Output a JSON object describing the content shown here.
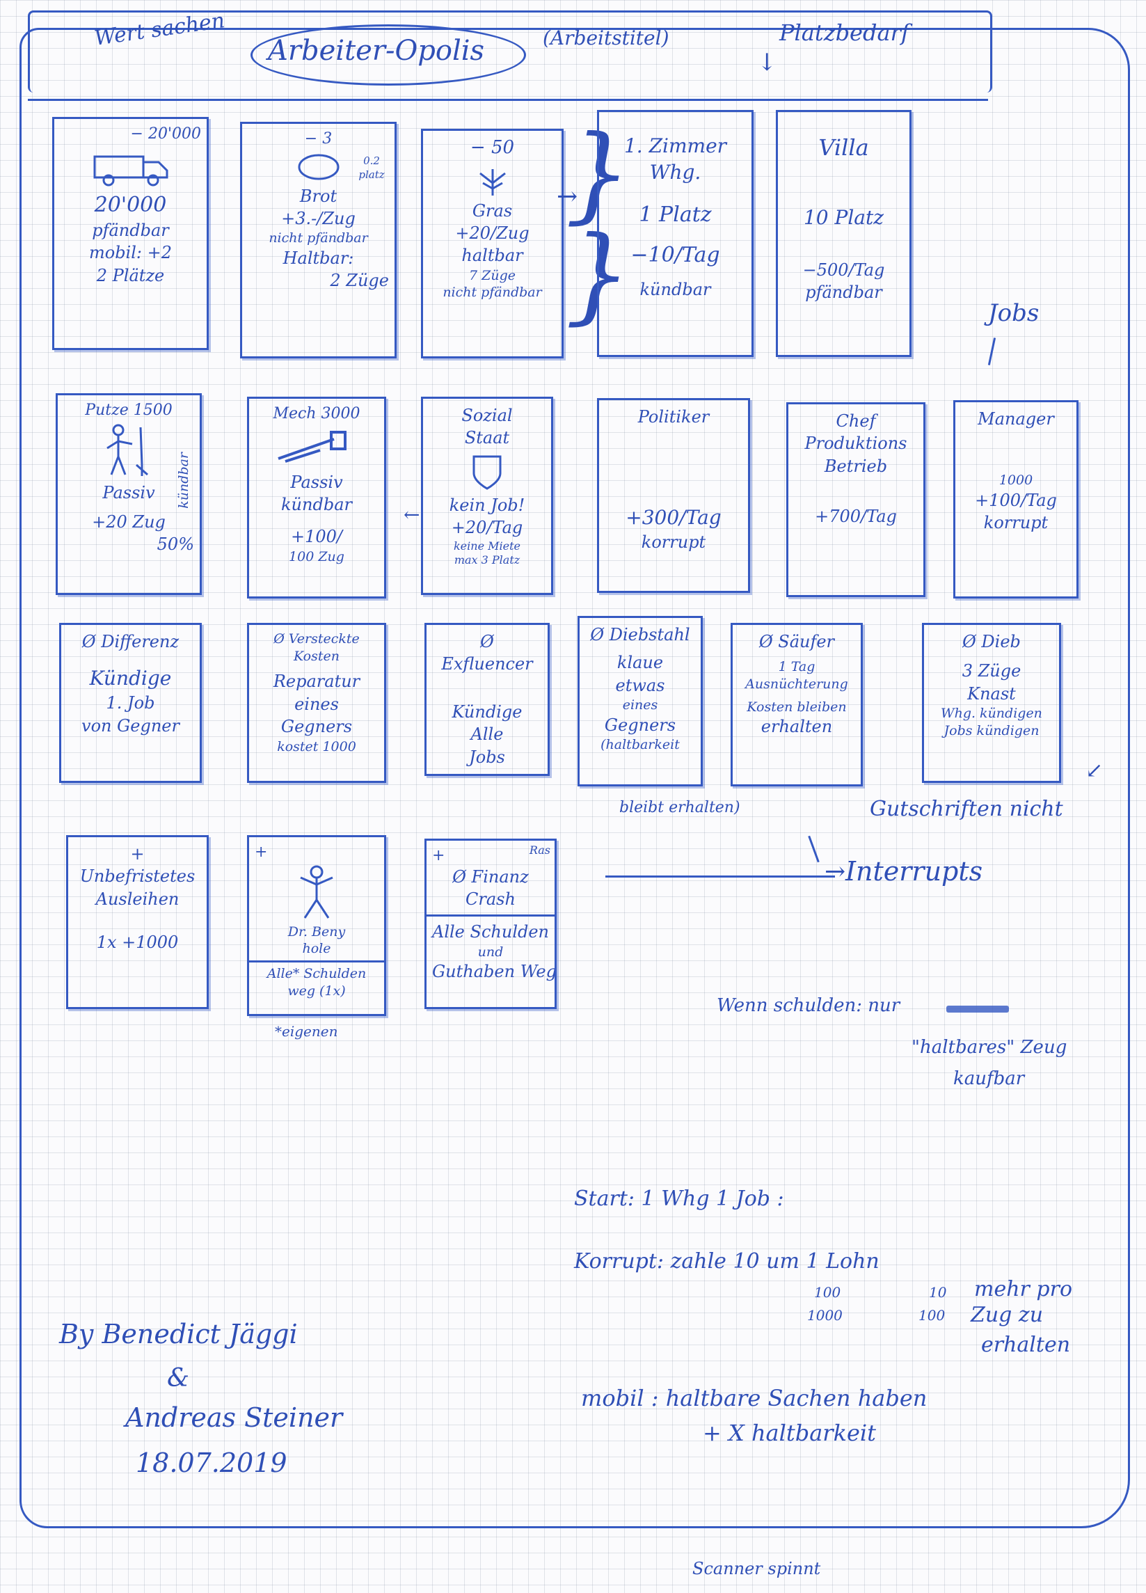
{
  "header": {
    "left_label": "Wert sachen",
    "title": "Arbeiter-Opolis",
    "subtitle": "(Arbeitstitel)",
    "right_label": "Platzbedarf"
  },
  "row1": [
    {
      "top": "− 20'000",
      "lines": [
        "20'000",
        "pfändbar",
        "mobil: +2",
        "2 Plätze"
      ]
    },
    {
      "top": "− 3",
      "corner": "0.2 platz",
      "lines": [
        "Brot",
        "+3.-/Zug",
        "nicht pfändbar",
        "Haltbar:",
        "2 Züge"
      ]
    },
    {
      "top": "− 50",
      "lines": [
        "Gras",
        "+20/Zug",
        "haltbar",
        "7 Züge",
        "nicht pfändbar"
      ]
    },
    {
      "lines": [
        "1. Zimmer",
        "Whg.",
        "1 Platz",
        "−10/Tag",
        "kündbar"
      ]
    },
    {
      "lines": [
        "Villa",
        "10 Platz",
        "−500/Tag",
        "pfändbar"
      ]
    }
  ],
  "jobs_label": "Jobs",
  "row2": [
    {
      "top": "Putze 1500",
      "side": "kündbar",
      "lines": [
        "Passiv",
        "+20 Zug",
        "50%"
      ]
    },
    {
      "top": "Mech 3000",
      "lines": [
        "Passiv",
        "kündbar",
        "+100/",
        "100 Zug"
      ]
    },
    {
      "lines": [
        "Sozial",
        "Staat",
        "kein Job!",
        "+20/Tag",
        "keine Miete",
        "max 3 Platz"
      ]
    },
    {
      "lines": [
        "Politiker",
        "+300/Tag",
        "korrupt"
      ]
    },
    {
      "lines": [
        "Chef",
        "Produktions",
        "Betrieb",
        "+700/Tag"
      ]
    },
    {
      "lines": [
        "Manager",
        "1000",
        "+100/Tag",
        "korrupt"
      ]
    }
  ],
  "row3": [
    {
      "lines": [
        "Ø Differenz",
        "Kündige",
        "1. Job",
        "von Gegner"
      ]
    },
    {
      "lines": [
        "Ø Versteckte",
        "Kosten",
        "Reparatur",
        "eines",
        "Gegners",
        "kostet 1000"
      ]
    },
    {
      "lines": [
        "Ø Exfluencer",
        "Kündige",
        "Alle",
        "Jobs"
      ]
    },
    {
      "lines": [
        "Ø Diebstahl",
        "klaue",
        "etwas",
        "eines",
        "Gegners",
        "(haltbarkeit"
      ]
    },
    {
      "lines": [
        "Ø Säufer",
        "1 Tag",
        "Ausnüchterung",
        "Kosten bleiben",
        "erhalten"
      ]
    },
    {
      "lines": [
        "Ø Dieb",
        "3 Züge",
        "Knast",
        "Whg. kündigen",
        "Jobs kündigen"
      ]
    }
  ],
  "row3_notes": {
    "bleibt": "bleibt erhalten)",
    "gutschriften": "Gutschriften nicht"
  },
  "row4": [
    {
      "lines": [
        "+ Unbefristetes",
        "Ausleihen",
        "1x +1000"
      ]
    },
    {
      "top": "+",
      "lines": [
        "Dr. Beny",
        "hole",
        "Alle* Schulden",
        "weg (1x)"
      ],
      "foot": "*eigenen"
    },
    {
      "top": "+",
      "corner": "Ras",
      "lines": [
        "Ø Finanz",
        "Crash",
        "Alle Schulden",
        "und",
        "Guthaben Weg"
      ]
    }
  ],
  "interrupts_label": "Interrupts",
  "notes": {
    "schulden_1": "Wenn schulden: nur",
    "schulden_2": "\"haltbares\" Zeug",
    "schulden_3": "kaufbar",
    "start": "Start: 1 Whg 1 Job :",
    "korrupt_1": "Korrupt: zahle 10 um 1 Lohn",
    "korrupt_2a": "100",
    "korrupt_2b": "10",
    "korrupt_2c": "mehr pro",
    "korrupt_3a": "1000",
    "korrupt_3b": "100",
    "korrupt_3c": "Zug zu",
    "korrupt_4": "erhalten",
    "mobil_1": "mobil : haltbare Sachen haben",
    "mobil_2": "+ X haltbarkeit"
  },
  "signature": {
    "line1": "By Benedict Jäggi",
    "line2": "&",
    "line3": "Andreas Steiner",
    "date": "18.07.2019"
  },
  "scanner_note": "Scanner spinnt"
}
